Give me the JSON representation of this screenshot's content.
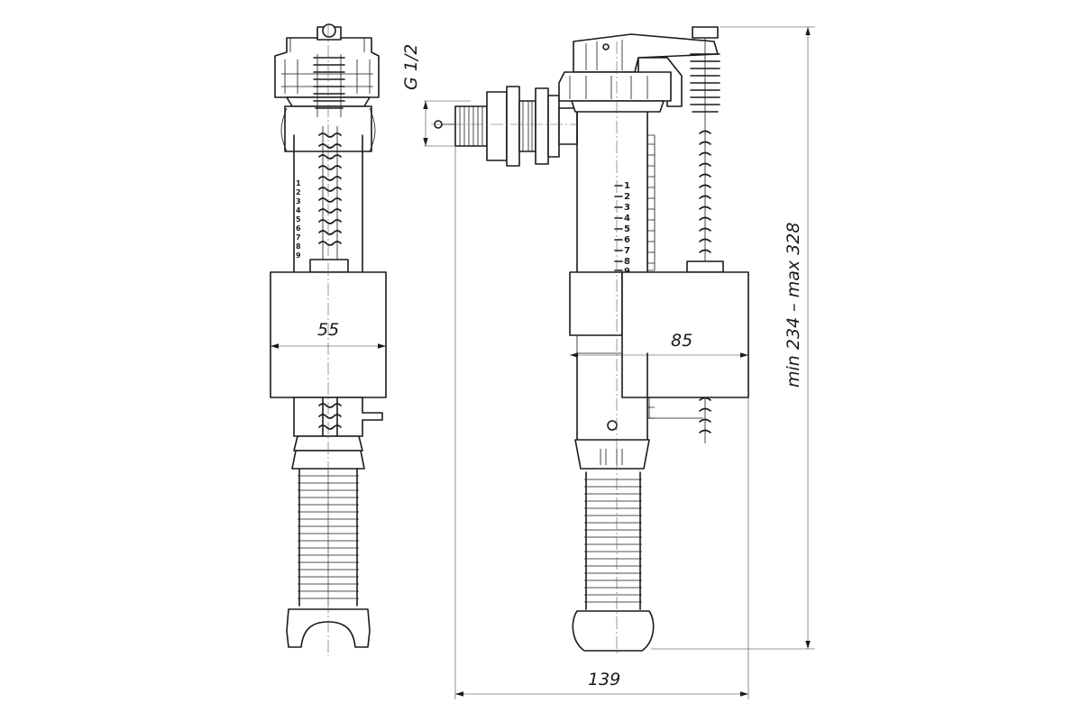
{
  "dimensions": {
    "width_front": "55",
    "float_width": "85",
    "total_width": "139",
    "thread": "G 1/2",
    "height": "min 234 – max 328"
  },
  "scale_marks": [
    "1",
    "2",
    "3",
    "4",
    "5",
    "6",
    "7",
    "8",
    "9"
  ],
  "colors": {
    "ink": "#1a1a1a",
    "background": "#ffffff"
  }
}
